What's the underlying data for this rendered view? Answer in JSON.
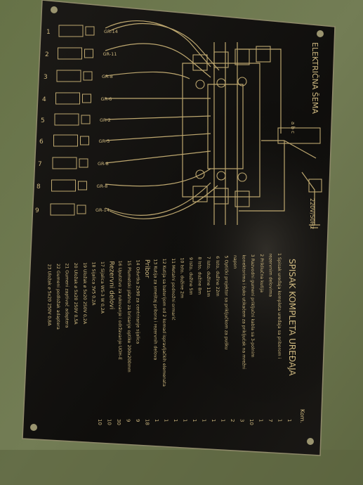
{
  "plate": {
    "title_diagram": "ELEKTRIČNA ŠEMA",
    "title_list": "SPISAK KOMPLETA UREĐAJA",
    "list_header_right": "Kom.",
    "wiring_row_numbers": [
      "1",
      "2",
      "3",
      "4",
      "5",
      "6",
      "7",
      "8",
      "9"
    ],
    "group_labels": [
      "GR-14",
      "GR-11",
      "GR-8",
      "GR-6",
      "GR-2",
      "GR-5",
      "GR-8",
      "GR-8",
      "GR-14"
    ],
    "supply_label": "220V/50Hz",
    "list_lines": [
      "1 Spisak uređaja kompleta uređaja sa priborom i",
      "  rezervnim delovima",
      "2 Prikliučna kutija",
      "3 Razvodni gumeni priključni kabla sa 3-polnim",
      "  konektorima i šuko utikačem za priključak na mrežni",
      "  napon",
      "5 Optički projektor sa priključkom za pušku",
      "6 Isto, dužine 22m",
      "7 Isto, dužine 11m",
      "8 Isto, dužine 8m",
      "9 Isto, dužine 5m",
      "10 Isto, dužine 2m",
      "11 Metalni podnožni ormarić",
      "12 Kutija sa baterijom od 2 komad ispravljačkih elemenata",
      "13 Kutija za smeštaj pribora i rezervnih delova",
      "Pribor",
      "14 Odvrtka 2x90 za centriranje sijalica",
      "15 Plumetski platno za brisanje optike 200x200mm",
      "16 Uputstvo za rukovanje i održavanje UOH-E",
      "Rezervni delovi",
      "17 Sijalica WS-3 W 0,2A",
      "18 Sijalica 3V5 0,2A",
      "19 Uložak ø 5x20 250V 0,2A",
      "20 Uložak ø 5x20 250V 0,5A",
      "21 Gumeni zaptivač adaptera",
      "22 Gumeni podložak adaptera",
      "23 Uložak ø 5x20 250V 0,8A"
    ],
    "quantities": [
      "1",
      "1",
      "7",
      "1",
      "10",
      "3",
      "2",
      "1",
      "1",
      "1",
      "1",
      "1",
      "1",
      "1",
      "1",
      "18",
      "9",
      "9",
      "30",
      "10",
      "10"
    ]
  }
}
